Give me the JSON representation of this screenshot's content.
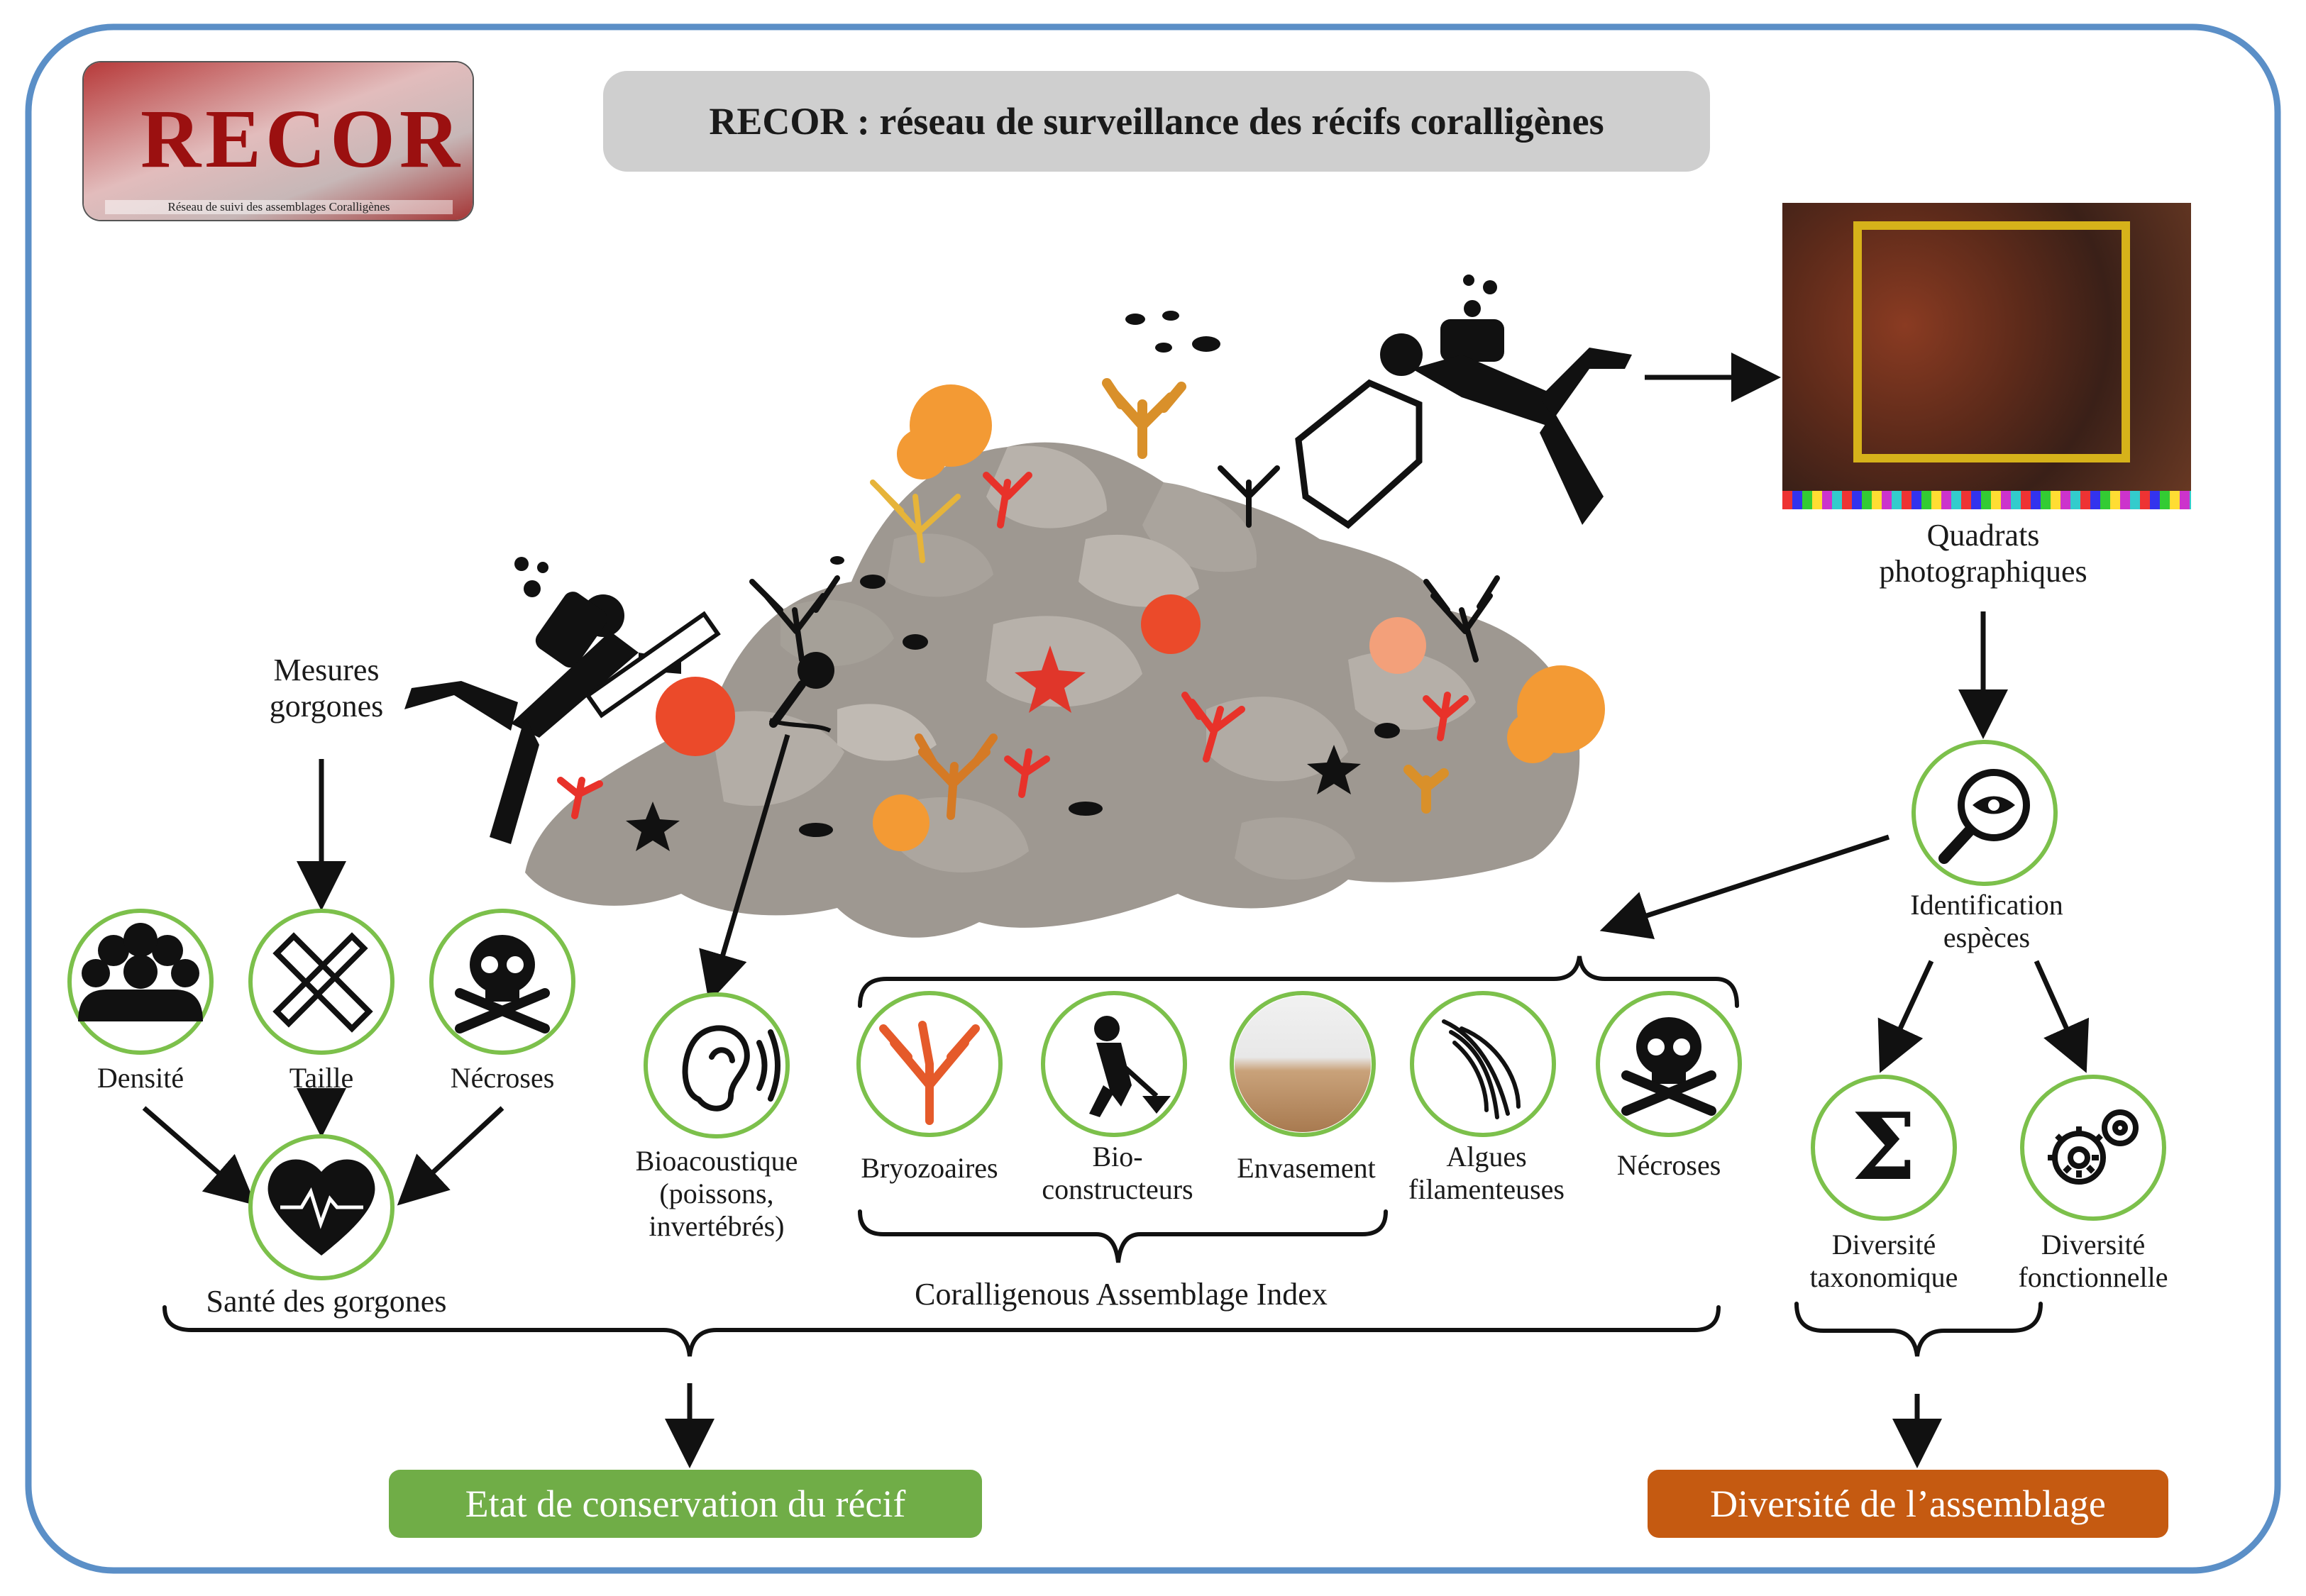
{
  "title": "RECOR : réseau de surveillance des récifs coralligènes",
  "logo": {
    "name": "RECOR",
    "subtitle": "Réseau de suivi des assemblages Coralligènes"
  },
  "labels": {
    "mesures": [
      "Mesures",
      "gorgones"
    ],
    "quadrats": [
      "Quadrats",
      "photographiques"
    ],
    "identification": [
      "Identification",
      "espèces"
    ],
    "densite": "Densité",
    "taille": "Taille",
    "necroses_left": "Nécroses",
    "sante": "Santé des gorgones",
    "bioacoustique": [
      "Bioacoustique",
      "(poissons,",
      "invertébrés)"
    ],
    "bryozoaires": "Bryozoaires",
    "bioconstructeurs": [
      "Bio-",
      "constructeurs"
    ],
    "envasement": "Envasement",
    "algues": [
      "Algues",
      "filamenteuses"
    ],
    "necroses_right": "Nécroses",
    "cai": "Coralligenous Assemblage Index",
    "div_taxo": [
      "Diversité",
      "taxonomique"
    ],
    "div_fonc": [
      "Diversité",
      "fonctionnelle"
    ]
  },
  "outcomes": {
    "etat": "Etat de conservation du récif",
    "diversite": "Diversité de l’assemblage"
  },
  "colors": {
    "frame": "#5b8fc7",
    "circle_border": "#7cc04b",
    "green_button": "#70ad47",
    "orange_button": "#c55a11",
    "title_bg": "#cfcfcf",
    "rock": "#9e9891"
  }
}
